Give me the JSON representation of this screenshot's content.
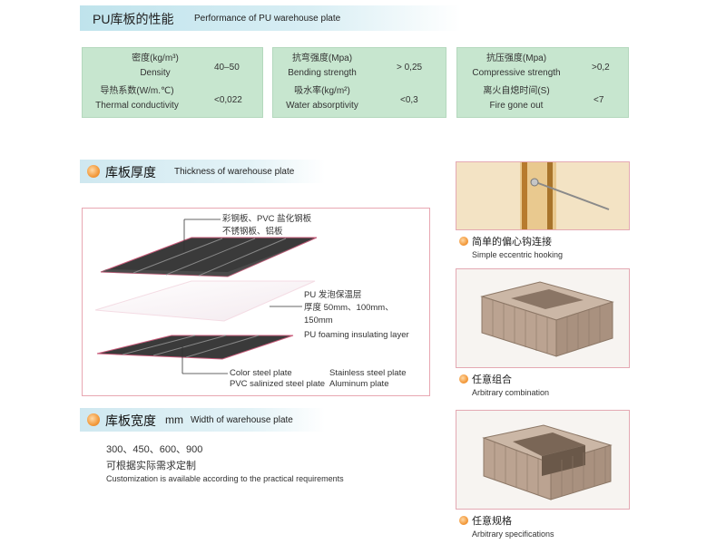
{
  "performance": {
    "title_cn": "PU库板的性能",
    "title_en": "Performance of PU warehouse plate",
    "boxes": [
      {
        "rows": [
          {
            "cn": "密度(kg/m³)",
            "en": "Density",
            "value": "40–50"
          },
          {
            "cn": "导热系数(W/m.℃)",
            "en": "Thermal  conductivity",
            "value": "<0,022"
          }
        ]
      },
      {
        "rows": [
          {
            "cn": "抗弯强度(Mpa)",
            "en": "Bending  strength",
            "value": "> 0,25"
          },
          {
            "cn": "吸水率(kg/m²)",
            "en": "Water  absorptivity",
            "value": "<0,3"
          }
        ]
      },
      {
        "rows": [
          {
            "cn": "抗压强度(Mpa)",
            "en": "Compressive  strength",
            "value": ">0,2"
          },
          {
            "cn": "离火自熄时间(S)",
            "en": "Fire  gone  out",
            "value": "<7"
          }
        ]
      }
    ]
  },
  "thickness": {
    "title_cn": "库板厚度",
    "title_en": "Thickness of warehouse plate",
    "top_label_cn_line1": "彩钢板、PVC 盐化钢板",
    "top_label_cn_line2": "不锈钢板、铝板",
    "middle_label_cn_line1": "PU 发泡保温层",
    "middle_label_cn_line2": "厚度 50mm、100mm、",
    "middle_label_cn_line3": "150mm",
    "middle_label_en": "PU foaming insulating layer",
    "bottom_label_1": "Color steel plate",
    "bottom_label_2": "PVC salinized steel plate",
    "bottom_label_3": "Stainless steel plate",
    "bottom_label_4": "Aluminum plate"
  },
  "width": {
    "title_cn": "库板宽度",
    "title_unit": "mm",
    "title_en": "Width of warehouse plate",
    "values": "300、450、600、900",
    "note_cn": "可根据实际需求定制",
    "note_en": "Customization is available according to the practical requirements"
  },
  "photos": [
    {
      "caption_cn": "简单的偏心钩连接",
      "caption_en": "Simple eccentric hooking"
    },
    {
      "caption_cn": "任意组合",
      "caption_en": "Arbitrary combination"
    },
    {
      "caption_cn": "任意规格",
      "caption_en": "Arbitrary specifications"
    }
  ],
  "colors": {
    "accent_band": "#bfe3ec",
    "property_box": "#c7e6cf",
    "header_dot": "#f39a3c",
    "diagram_border": "#e8a7b2"
  }
}
